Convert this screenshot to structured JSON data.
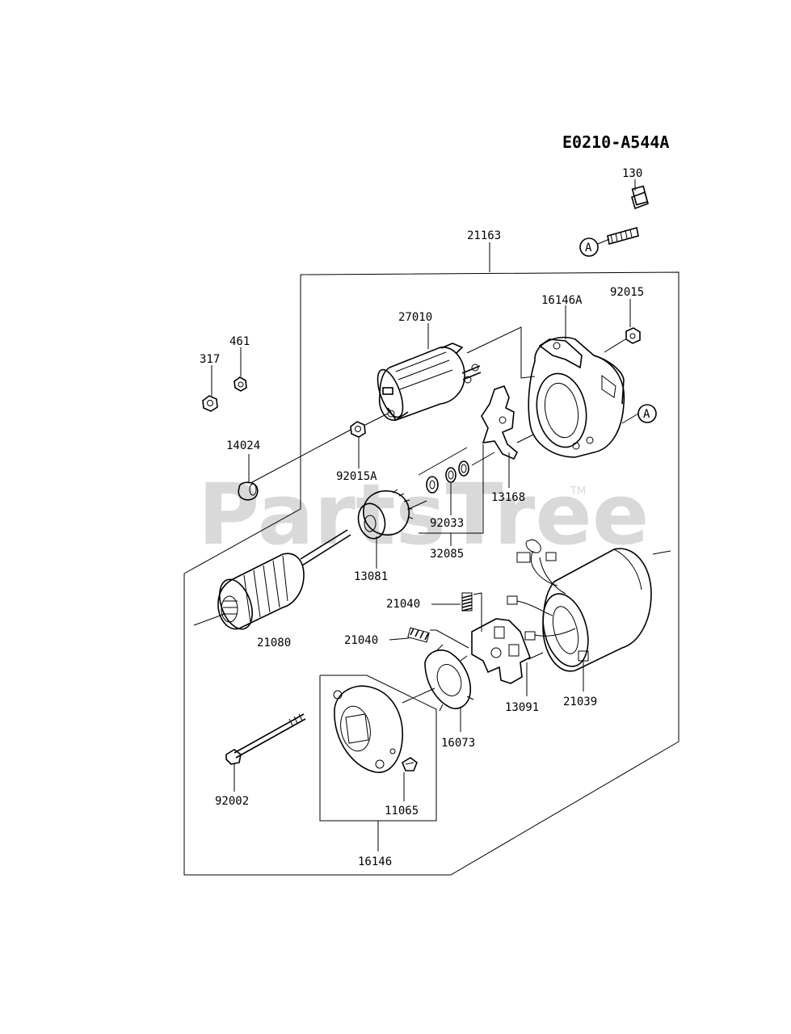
{
  "diagram_code": "E0210-A544A",
  "watermark": {
    "text": "PartsTree",
    "trademark": "TM"
  },
  "callouts": {
    "c130": "130",
    "c21163": "21163",
    "c16146A": "16146A",
    "c92015": "92015",
    "c27010": "27010",
    "c461": "461",
    "c317": "317",
    "c14024": "14024",
    "c92015A": "92015A",
    "c13168": "13168",
    "c92033": "92033",
    "c13081": "13081",
    "c32085": "32085",
    "c21080": "21080",
    "c21040a": "21040",
    "c21040b": "21040",
    "c13091": "13091",
    "c21039": "21039",
    "c16073": "16073",
    "c92002": "92002",
    "c11065": "11065",
    "c16146": "16146"
  },
  "reference_marks": {
    "a1": "A",
    "a2": "A"
  }
}
